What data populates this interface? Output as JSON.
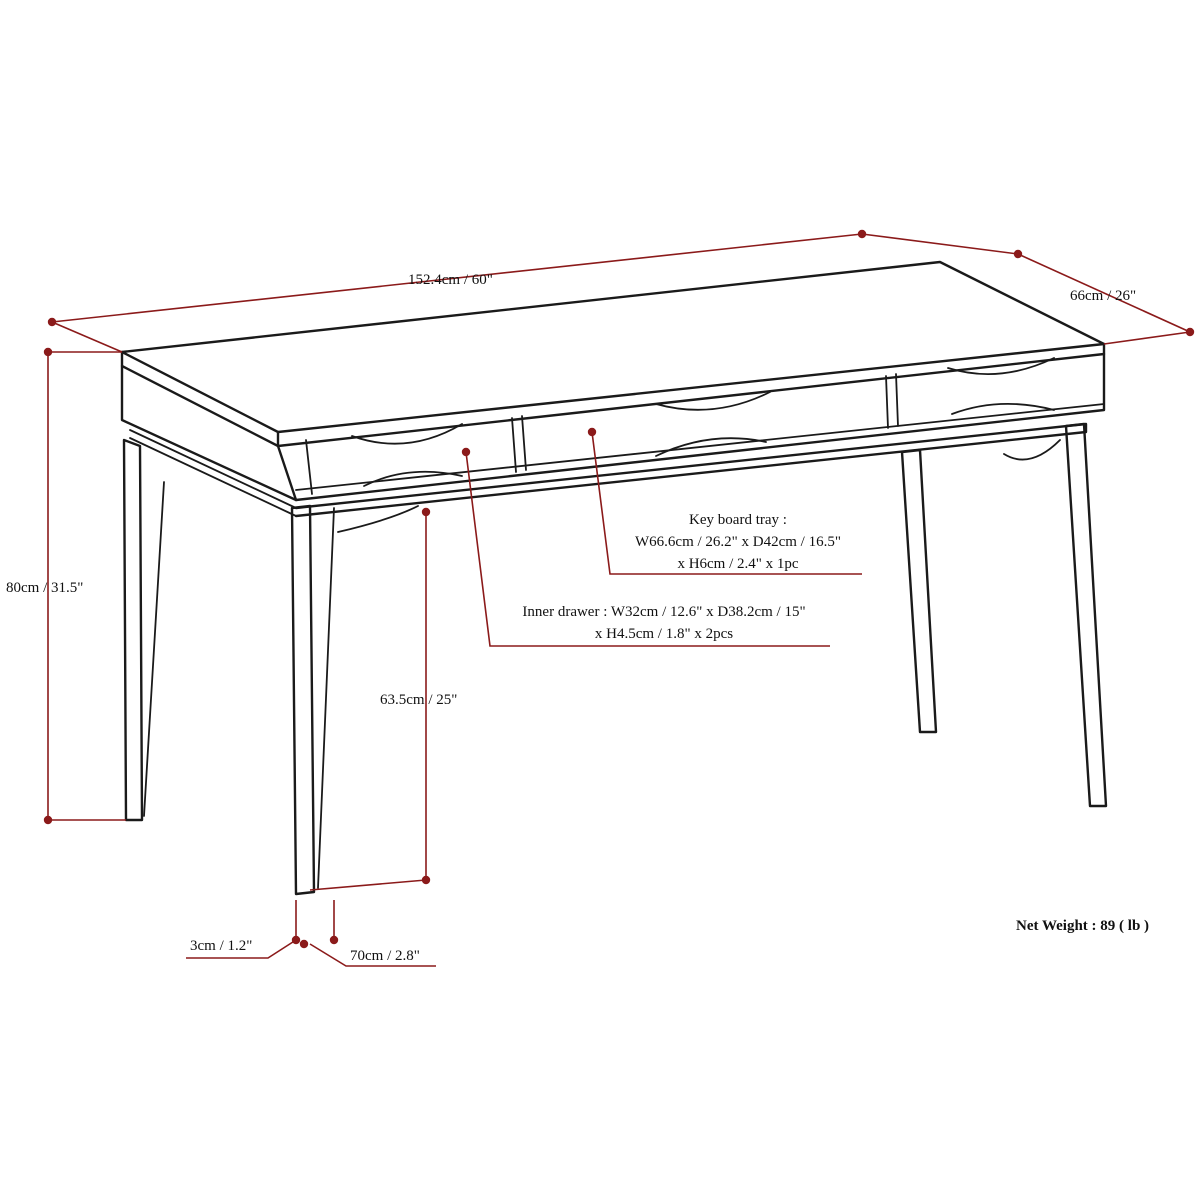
{
  "colors": {
    "outline": "#1a1a1a",
    "dimension": "#8b1a1a",
    "background": "#ffffff"
  },
  "dimensions": {
    "width": "152.4cm / 60\"",
    "depth": "66cm / 26\"",
    "height": "80cm / 31.5\"",
    "clearance": "63.5cm / 25\"",
    "leg_thickness": "3cm / 1.2\"",
    "leg_depth": "70cm / 2.8\""
  },
  "keyboard_tray": {
    "line1": "Key board tray :",
    "line2": "W66.6cm / 26.2\" x D42cm / 16.5\"",
    "line3": "x H6cm / 2.4\" x 1pc"
  },
  "inner_drawer": {
    "line1": "Inner drawer : W32cm / 12.6\" x D38.2cm / 15\"",
    "line2": "x H4.5cm / 1.8\" x 2pcs"
  },
  "net_weight": "Net Weight : 89 ( lb )"
}
